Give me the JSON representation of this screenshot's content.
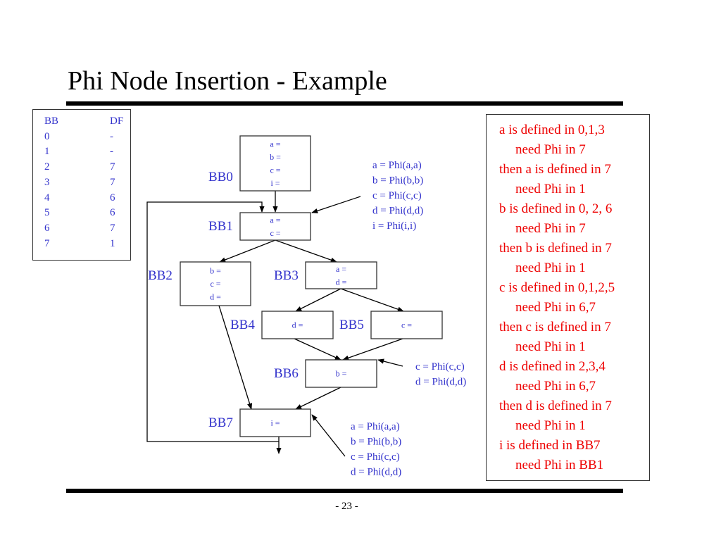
{
  "title": "Phi Node Insertion - Example",
  "page_number": "- 23 -",
  "df_table": {
    "headers": [
      "BB",
      "DF"
    ],
    "rows": [
      [
        "0",
        "-"
      ],
      [
        "1",
        "-"
      ],
      [
        "2",
        "7"
      ],
      [
        "3",
        "7"
      ],
      [
        "4",
        "6"
      ],
      [
        "5",
        "6"
      ],
      [
        "6",
        "7"
      ],
      [
        "7",
        "1"
      ]
    ]
  },
  "blocks": [
    {
      "id": "BB0",
      "label": "BB0",
      "statements": [
        "a =",
        "b =",
        "c =",
        "i ="
      ]
    },
    {
      "id": "BB1",
      "label": "BB1",
      "statements": [
        "a =",
        "c ="
      ]
    },
    {
      "id": "BB2",
      "label": "BB2",
      "statements": [
        "b =",
        "c =",
        "d ="
      ]
    },
    {
      "id": "BB3",
      "label": "BB3",
      "statements": [
        "a =",
        "d ="
      ]
    },
    {
      "id": "BB4",
      "label": "BB4",
      "statements": [
        "d ="
      ]
    },
    {
      "id": "BB5",
      "label": "BB5",
      "statements": [
        "c ="
      ]
    },
    {
      "id": "BB6",
      "label": "BB6",
      "statements": [
        "b ="
      ]
    },
    {
      "id": "BB7",
      "label": "BB7",
      "statements": [
        "i ="
      ]
    }
  ],
  "edges": [
    [
      "BB0",
      "BB1"
    ],
    [
      "BB1",
      "BB2"
    ],
    [
      "BB1",
      "BB3"
    ],
    [
      "BB3",
      "BB4"
    ],
    [
      "BB3",
      "BB5"
    ],
    [
      "BB4",
      "BB6"
    ],
    [
      "BB5",
      "BB6"
    ],
    [
      "BB2",
      "BB7"
    ],
    [
      "BB6",
      "BB7"
    ],
    [
      "BB7",
      "BB1"
    ],
    [
      "BB7",
      "exit"
    ]
  ],
  "phi_annotations": {
    "BB1": [
      "a = Phi(a,a)",
      "b = Phi(b,b)",
      "c = Phi(c,c)",
      "d = Phi(d,d)",
      "i = Phi(i,i)"
    ],
    "BB6": [
      "c = Phi(c,c)",
      "d = Phi(d,d)"
    ],
    "BB7": [
      "a = Phi(a,a)",
      "b = Phi(b,b)",
      "c = Phi(c,c)",
      "d = Phi(d,d)"
    ]
  },
  "notes": [
    {
      "text": "a is defined in 0,1,3",
      "indent": false
    },
    {
      "text": "need Phi in 7",
      "indent": true
    },
    {
      "text": "then a is defined in 7",
      "indent": false
    },
    {
      "text": "need Phi in 1",
      "indent": true
    },
    {
      "text": "b is defined in 0, 2, 6",
      "indent": false
    },
    {
      "text": "need Phi in 7",
      "indent": true
    },
    {
      "text": "then b is defined in 7",
      "indent": false
    },
    {
      "text": "need Phi in 1",
      "indent": true
    },
    {
      "text": "c is defined in 0,1,2,5",
      "indent": false
    },
    {
      "text": "need Phi in 6,7",
      "indent": true
    },
    {
      "text": "then c is defined in 7",
      "indent": false
    },
    {
      "text": "need Phi in 1",
      "indent": true
    },
    {
      "text": "d is defined in 2,3,4",
      "indent": false
    },
    {
      "text": "need Phi in 6,7",
      "indent": true
    },
    {
      "text": "then d is defined in 7",
      "indent": false
    },
    {
      "text": "need Phi in 1",
      "indent": true
    },
    {
      "text": "i is defined in BB7",
      "indent": false
    },
    {
      "text": "need Phi in BB1",
      "indent": true
    }
  ],
  "colors": {
    "diagram_text": "#3333cc",
    "notes_text": "#ee0000",
    "lines": "#000000"
  }
}
